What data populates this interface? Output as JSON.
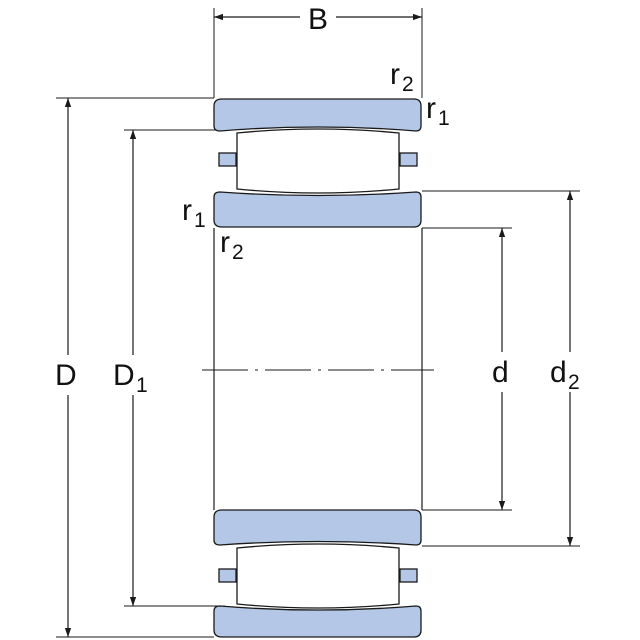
{
  "colors": {
    "ring_fill": "#b4c7e7",
    "roller_fill": "#ffffff",
    "outline": "#1a1a1a",
    "dimension_line": "#1a1a1a"
  },
  "labels": {
    "B": "B",
    "D": "D",
    "D1_main": "D",
    "D1_sub": "1",
    "d": "d",
    "d2_main": "d",
    "d2_sub": "2",
    "r2_top_main": "r",
    "r2_top_sub": "2",
    "r1_top_main": "r",
    "r1_top_sub": "1",
    "r1_left_main": "r",
    "r1_left_sub": "1",
    "r2_left_main": "r",
    "r2_left_sub": "2"
  }
}
